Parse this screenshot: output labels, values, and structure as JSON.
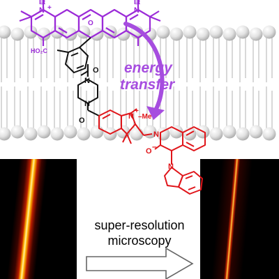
{
  "colors": {
    "dye": "#9b2bd8",
    "quencher": "#e0151a",
    "arrow": "#a64ddf",
    "membrane_head": "#d8d8d8",
    "tail": "#aaaaaa"
  },
  "dye": {
    "n_left": "N",
    "n_left_charge": "+",
    "et_left": "Et",
    "n_right": "N",
    "et_right": "Et",
    "acid": "HO₂C",
    "o_bridge": "O"
  },
  "linker": {
    "amide_o1": "O",
    "n_top": "N",
    "n_bottom": "N",
    "amide_o2": "O"
  },
  "quencher": {
    "n_plus": "N",
    "charge": "+",
    "me": "–Me",
    "imine_n": "N",
    "o_minus": "O",
    "o_charge": "–",
    "indoline_n": "N"
  },
  "energy_label": {
    "line1": "energy",
    "line2": "transfer"
  },
  "caption": {
    "line1": "super-resolution",
    "line2": "microscopy"
  },
  "icons": {
    "energy_arrow": "curved-arrow-icon",
    "process_arrow": "block-arrow-icon"
  }
}
